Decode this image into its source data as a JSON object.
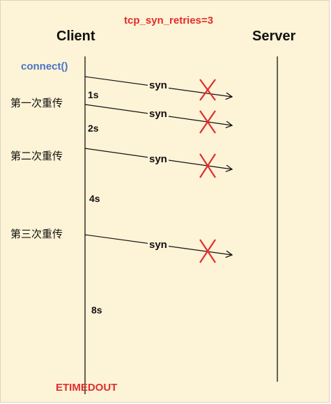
{
  "title": "tcp_syn_retries=3",
  "client_label": "Client",
  "server_label": "Server",
  "call_label": "connect()",
  "timeout_label": "ETIMEDOUT",
  "packet_label": "syn",
  "retransmissions": [
    {
      "label": "第一次重传"
    },
    {
      "label": "第二次重传"
    },
    {
      "label": "第三次重传"
    }
  ],
  "intervals": [
    {
      "label": "1s"
    },
    {
      "label": "2s"
    },
    {
      "label": "4s"
    },
    {
      "label": "8s"
    }
  ],
  "colors": {
    "background": "#fdf3d6",
    "title": "#e12d2d",
    "call": "#4a74c9",
    "lost_marker": "#e12d2d",
    "lines": "#111111"
  }
}
